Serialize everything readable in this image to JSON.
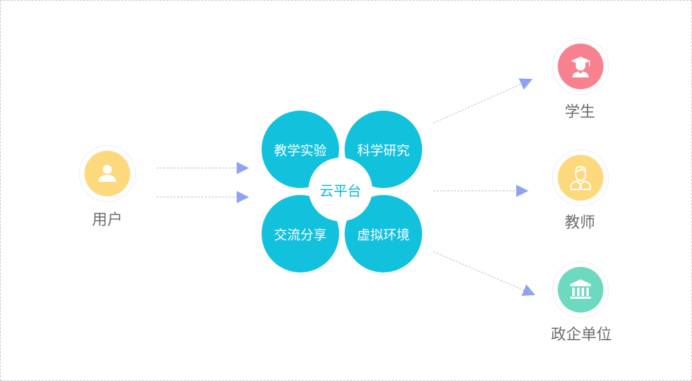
{
  "user": {
    "label": "用户",
    "icon": "user-icon",
    "color": "#fdd97e"
  },
  "platform": {
    "center_label": "云平台",
    "color": "#12c1dc",
    "petals": [
      "教学实验",
      "科学研究",
      "交流分享",
      "虚拟环境"
    ]
  },
  "targets": [
    {
      "label": "学生",
      "icon": "graduate-icon",
      "color": "#f8818f"
    },
    {
      "label": "教师",
      "icon": "teacher-icon",
      "color": "#fdd97e"
    },
    {
      "label": "政企单位",
      "icon": "building-icon",
      "color": "#6dd9c0"
    }
  ],
  "arrow_color": "#8fa3f2"
}
